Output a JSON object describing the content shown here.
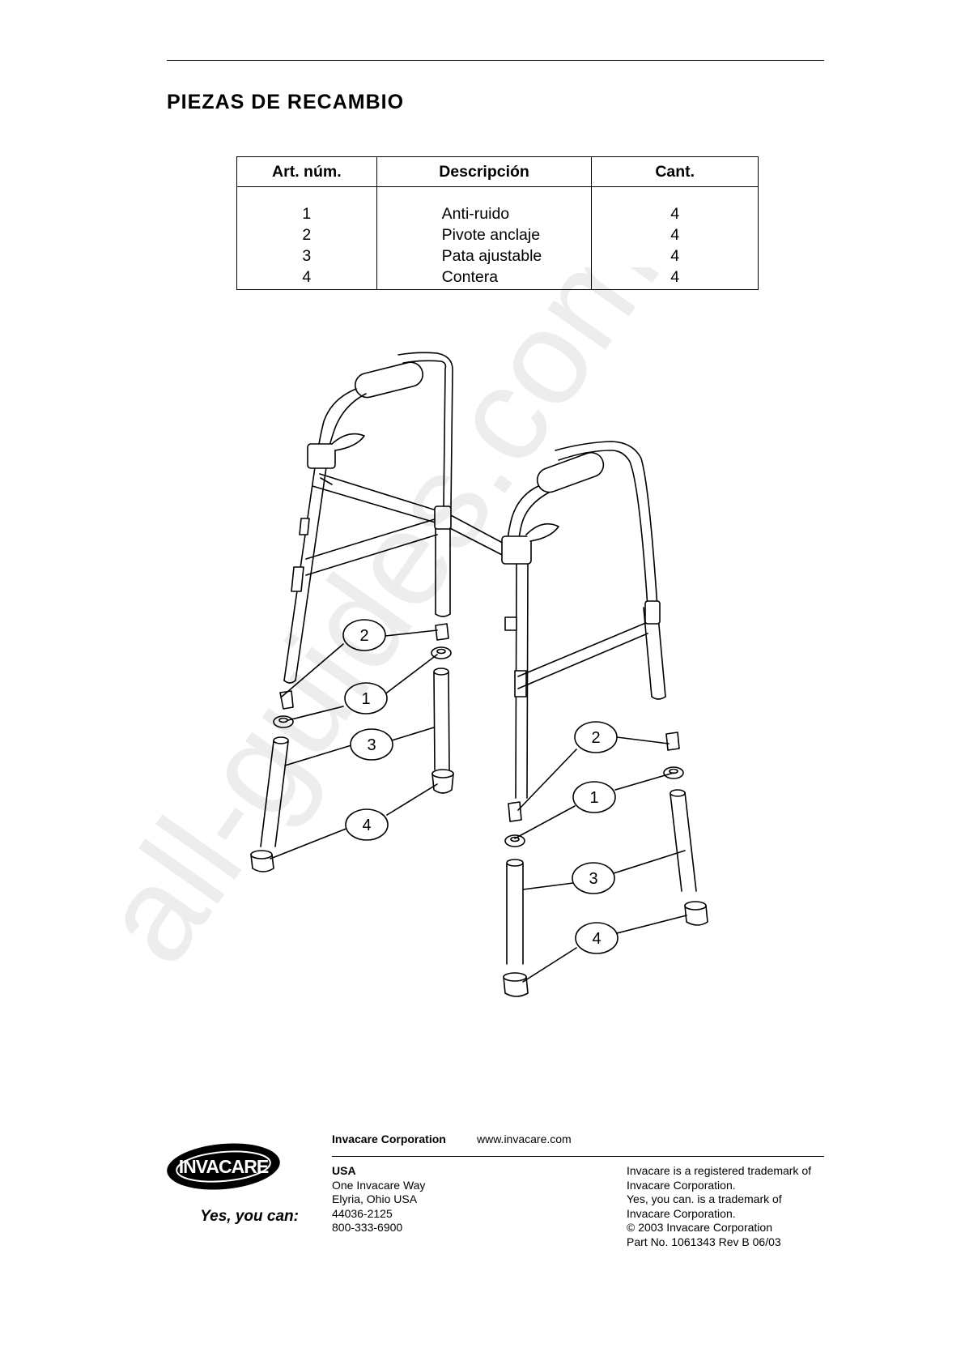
{
  "page": {
    "title": "PIEZAS DE RECAMBIO"
  },
  "parts_table": {
    "headers": [
      "Art. núm.",
      "Descripción",
      "Cant."
    ],
    "rows": [
      {
        "num": "1",
        "desc": "Anti-ruido",
        "qty": "4"
      },
      {
        "num": "2",
        "desc": "Pivote anclaje",
        "qty": "4"
      },
      {
        "num": "3",
        "desc": "Pata ajustable",
        "qty": "4"
      },
      {
        "num": "4",
        "desc": "Contera",
        "qty": "4"
      }
    ]
  },
  "diagram": {
    "callouts": [
      "2",
      "1",
      "3",
      "4",
      "2",
      "1",
      "3",
      "4"
    ]
  },
  "watermark": "all-guides.com",
  "footer": {
    "logo_text": "INVACARE",
    "slogan": "Yes, you can:",
    "company": "Invacare Corporation",
    "website": "www.invacare.com",
    "address": [
      "USA",
      "One Invacare Way",
      "Elyria, Ohio  USA",
      "44036-2125",
      "800-333-6900"
    ],
    "legal": [
      "Invacare is a registered trademark of",
      "Invacare  Corporation.",
      "Yes, you can. is a trademark of",
      "Invacare  Corporation.",
      "©  2003 Invacare Corporation",
      "Part No. 1061343    Rev B   06/03"
    ]
  }
}
